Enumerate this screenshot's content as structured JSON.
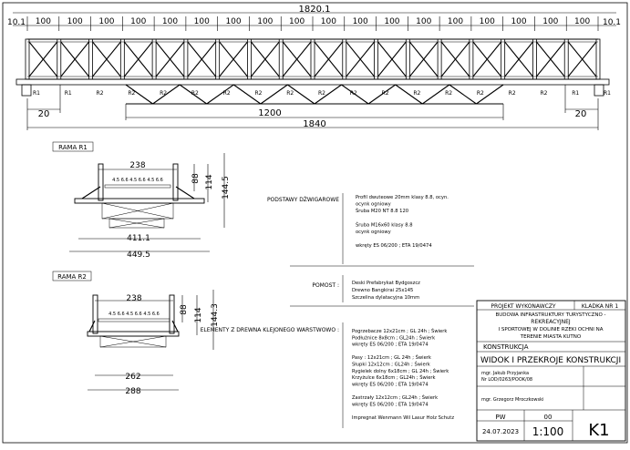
{
  "elevation": {
    "overall_length": "1820.1",
    "end_offset_left": "10.1",
    "end_offset_right": "10.1",
    "panel_spacing": "100",
    "panel_count": 18,
    "support_left": "20",
    "support_right": "20",
    "center_span": "1200",
    "total_length": "1840",
    "frame_label_r1": "R1",
    "frame_label_r2": "R2"
  },
  "sections": {
    "r1": {
      "label": "RAMA R1",
      "top_width": "238",
      "inner_spacing": "4.5 6.6 4.5 6.6 4.5 6.6",
      "height_a": "88",
      "height_b": "114",
      "height_c": "144.5",
      "bottom_inner": "411.1",
      "bottom_outer": "449.5"
    },
    "r2": {
      "label": "RAMA R2",
      "top_width": "238",
      "inner_spacing": "4.5 6.6 4.5 6.6 4.5 6.6",
      "height_a": "88",
      "height_b": "114",
      "height_c": "144.3",
      "bottom_inner": "262",
      "bottom_outer": "288"
    }
  },
  "specs": {
    "steel_heading": "PODSTAWY DŹWIGAROWE",
    "steel_lines": [
      "Profil dwuteowe 20mm klasy 8.8, ocyn.",
      "ocynk ogniowy",
      "Śruba M20 NT 8.8 120",
      "",
      "Śruba M16x60 klasy 8.8",
      "ocynk ogniowy",
      "",
      "wkręty ES 06/200 ; ETA 19/0474"
    ],
    "deck_heading": "POMOST :",
    "deck_lines": [
      "Deski Prefabrykat Bydgoszcz",
      "Drewno Bangkirai 25x145",
      "Szczelina dylatacyjna 10mm"
    ],
    "wood_heading": "ELEMENTY Z DREWNA KLEJONEGO WARSTWOWO :",
    "wood_lines": [
      "Pogrzebacze 12x21cm ; GL 24h ; Świerk",
      "Podłużnice 8x8cm ; GL24h ; Świerk",
      "wkręty ES 06/200 ; ETA 19/0474",
      "",
      "Pasy : 12x21cm ; GL 24h ; Świerk",
      "Słupki 12x12cm ; GL24h ; Świerk",
      "Rygielek dolny 6x18cm ; GL 24h ; Świerk",
      "Krzyżulce 6x18cm ; GL24h ; Świerk",
      "wkręty ES 06/200 ; ETA 19/0474",
      "",
      "Zastrzały 12x12cm ; GL24h ; Świerk",
      "wkręty ES 06/200 ; ETA 19/0474",
      "",
      "Impregnat Wenmann Wil Lasur Holz Schutz"
    ]
  },
  "title_block": {
    "project_label": "PROJEKT WYKONAWCZY",
    "sheet_no_label": "KLADKA NR 1",
    "project_title_lines": [
      "BUDOWA INFRASTRUKTURY TURYSTYCZNO -",
      "REKREACYJNEJ",
      "I SPORTOWEJ W DOLINIE RZEKI OCHNI NA",
      "TERENIE MIASTA KUTNO"
    ],
    "branch": "KONSTRUKCJA",
    "drawing_title": "WIDOK I PRZEKROJE KONSTRUKCJI",
    "designer_lines": [
      "mgr. Jakub Przyjanka",
      "Nr LOD/0263/POOK/08"
    ],
    "checker_line": "mgr. Grzegorz Mroczkowski",
    "stage_label": "PW",
    "rev_label": "00",
    "date": "24.07.2023",
    "scale": "1:100",
    "sheet_code": "K1"
  }
}
